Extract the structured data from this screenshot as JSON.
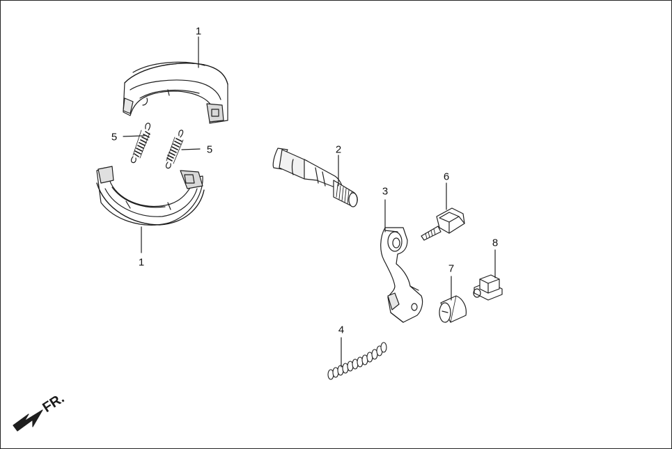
{
  "diagram": {
    "callouts": [
      {
        "id": "c1a",
        "text": "1"
      },
      {
        "id": "c1b",
        "text": "1"
      },
      {
        "id": "c2",
        "text": "2"
      },
      {
        "id": "c3",
        "text": "3"
      },
      {
        "id": "c4",
        "text": "4"
      },
      {
        "id": "c5a",
        "text": "5"
      },
      {
        "id": "c5b",
        "text": "5"
      },
      {
        "id": "c6",
        "text": "6"
      },
      {
        "id": "c7",
        "text": "7"
      },
      {
        "id": "c8",
        "text": "8"
      }
    ],
    "front_marker": {
      "text": "FR.",
      "icon": "arrow-down-left-icon"
    },
    "colors": {
      "line": "#1e1e1e",
      "fill": "#ffffff",
      "shade": "#bdbdbd"
    }
  }
}
